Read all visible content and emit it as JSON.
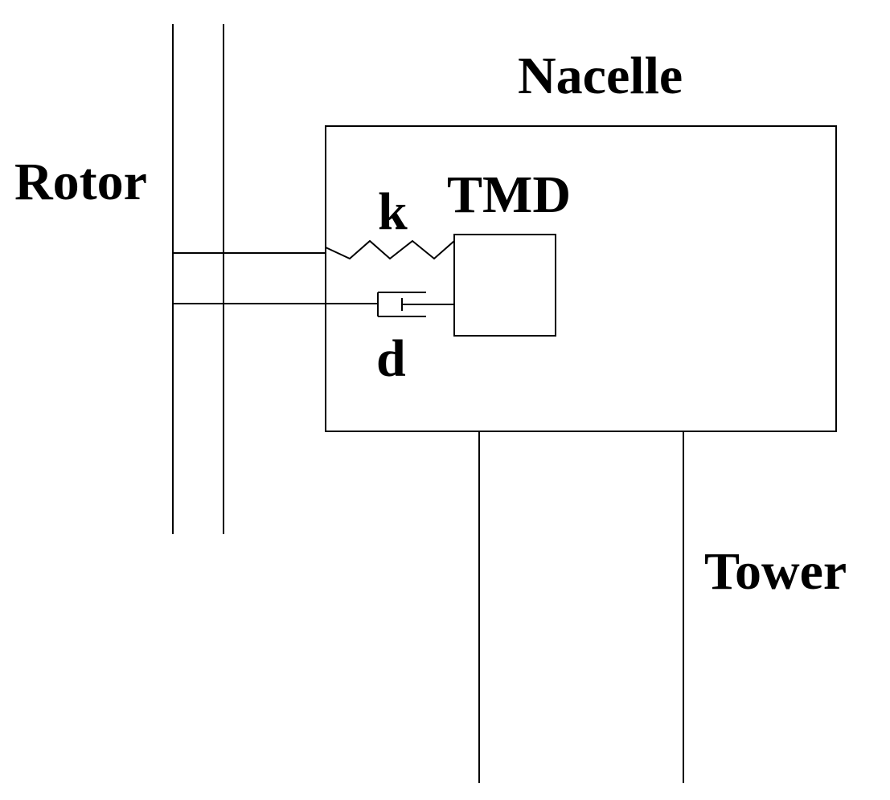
{
  "labels": {
    "nacelle": "Nacelle",
    "rotor": "Rotor",
    "tmd": "TMD",
    "spring": "k",
    "damper": "d",
    "tower": "Tower"
  },
  "colors": {
    "line": "#000000",
    "background": "#ffffff"
  }
}
